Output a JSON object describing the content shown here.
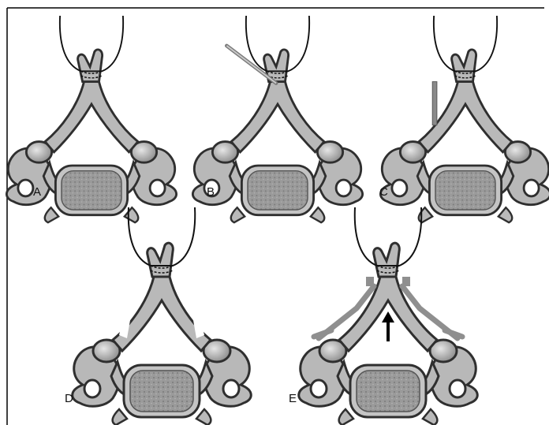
{
  "figure": {
    "panels": [
      {
        "label": "A"
      },
      {
        "label": "B"
      },
      {
        "label": "C"
      },
      {
        "label": "D"
      },
      {
        "label": "E"
      }
    ]
  },
  "colors": {
    "bone_fill": "#b9b9b9",
    "bone_stroke": "#2f2f2f",
    "body_fill": "#8e8e8e",
    "wire": "#111111",
    "instrument": "#8a8a8a",
    "spacer": "#8f8f8f",
    "frame": "#000000"
  }
}
